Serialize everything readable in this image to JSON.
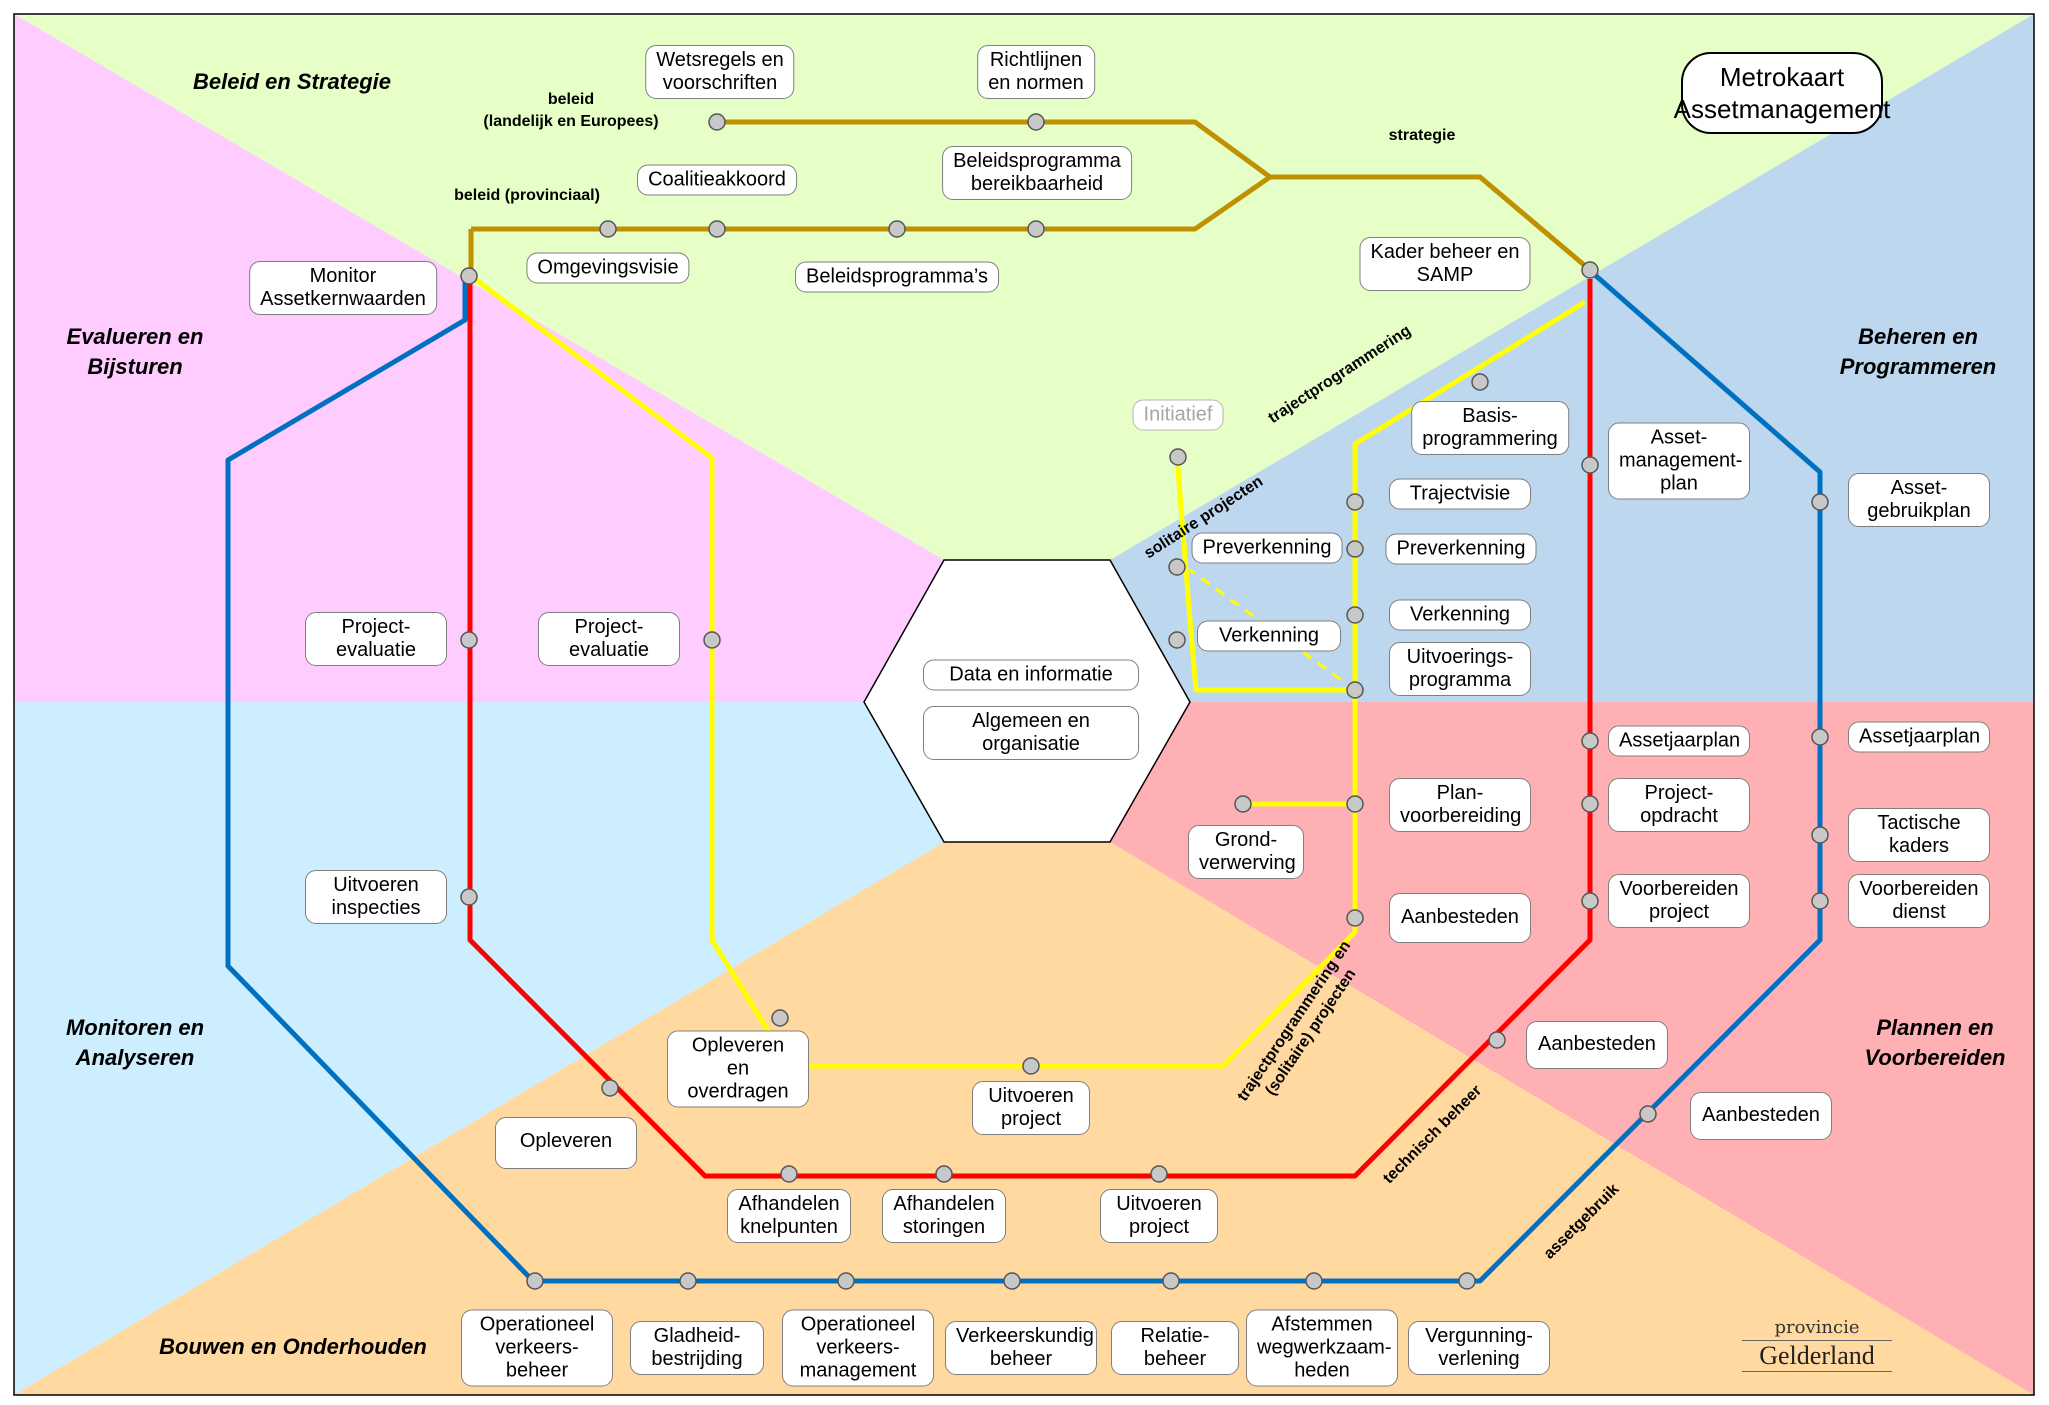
{
  "title": "Metrokaart\nAssetmanagement",
  "colors": {
    "zone_top": "#e6ffc6",
    "zone_left_upper": "#ffccff",
    "zone_left_lower": "#cceeff",
    "zone_right_upper": "#bdd7ee",
    "zone_right_lower": "#ffb0b5",
    "zone_bottom": "#ffd9a0",
    "line_beleid": "#bf9000",
    "line_yellow": "#ffff00",
    "line_red": "#ff0000",
    "line_blue": "#0070c0",
    "station_fill": "#c8c8c8"
  },
  "zones": {
    "beleid_strategie": "Beleid en Strategie",
    "evalueren_bijsturen": "Evalueren en\nBijsturen",
    "monitoren_analyseren": "Monitoren en\nAnalyseren",
    "bouwen_onderhouden": "Bouwen en Onderhouden",
    "plannen_voorbereiden": "Plannen en\nVoorbereiden",
    "beheren_programmeren": "Beheren en\nProgrammeren"
  },
  "line_labels": {
    "beleid_landelijk": "beleid\n(landelijk en Europees)",
    "beleid_provinciaal": "beleid (provinciaal)",
    "strategie": "strategie",
    "trajectprogrammering": "trajectprogrammering",
    "solitaire_projecten": "solitaire projecten",
    "trajectprogrammering_solitaire": "trajectprogrammering en\n(solitaire) projecten",
    "technisch_beheer": "technisch beheer",
    "assetgebruik": "assetgebruik"
  },
  "center": {
    "data_informatie": "Data en informatie",
    "algemeen_organisatie": "Algemeen en\norganisatie"
  },
  "stations": {
    "wetsregels": "Wetsregels en\nvoorschriften",
    "richtlijnen": "Richtlijnen\nen normen",
    "coalitieakkoord": "Coalitieakkoord",
    "beleidsprogramma_bereikbaarheid": "Beleidsprogramma\nbereikbaarheid",
    "omgevingsvisie": "Omgevingsvisie",
    "beleidsprogrammas": "Beleidsprogramma’s",
    "kader_beheer": "Kader beheer en\nSAMP",
    "monitor_assetkernwaarden": "Monitor\nAssetkernwaarden",
    "project_evaluatie_red": "Project-\nevaluatie",
    "project_evaluatie_yellow": "Project-\nevaluatie",
    "uitvoeren_inspecties": "Uitvoeren\ninspecties",
    "opleveren_overdragen": "Opleveren en\noverdragen",
    "opleveren": "Opleveren",
    "uitvoeren_project_yellow": "Uitvoeren\nproject",
    "afhandelen_knelpunten": "Afhandelen\nknelpunten",
    "afhandelen_storingen": "Afhandelen\nstoringen",
    "uitvoeren_project_red": "Uitvoeren\nproject",
    "operationeel_verkeersbeheer": "Operationeel\nverkeers-\nbeheer",
    "gladheidbestrijding": "Gladheid-\nbestrijding",
    "operationeel_verkeersmanagement": "Operationeel\nverkeers-\nmanagement",
    "verkeerskundig_beheer": "Verkeerskundig\nbeheer",
    "relatiebeheer": "Relatie-\nbeheer",
    "afstemmen_wegwerkzaamheden": "Afstemmen\nwegwerkzaam-\nheden",
    "vergunningverlening": "Vergunning-\nverlening",
    "initiatief": "Initiatief",
    "preverkenning_solitair": "Preverkenning",
    "verkenning_solitair": "Verkenning",
    "basisprogrammering": "Basis-\nprogrammering",
    "trajectvisie": "Trajectvisie",
    "preverkenning_traject": "Preverkenning",
    "verkenning_traject": "Verkenning",
    "uitvoeringsprogramma": "Uitvoerings-\nprogramma",
    "assetmanagementplan": "Asset-\nmanagement-\nplan",
    "assetgebruikplan": "Asset-\ngebruikplan",
    "planvoorbereiding": "Plan-\nvoorbereiding",
    "grondverwerving": "Grond-\nverwerving",
    "aanbesteden_yellow": "Aanbesteden",
    "assetjaarplan_red": "Assetjaarplan",
    "projectopdracht": "Project-\nopdracht",
    "voorbereiden_project": "Voorbereiden\nproject",
    "aanbesteden_red": "Aanbesteden",
    "assetjaarplan_blue": "Assetjaarplan",
    "tactische_kaders": "Tactische\nkaders",
    "voorbereiden_dienst": "Voorbereiden\ndienst",
    "aanbesteden_blue": "Aanbesteden"
  },
  "logo": {
    "line1": "provincie",
    "line2": "Gelderland"
  }
}
